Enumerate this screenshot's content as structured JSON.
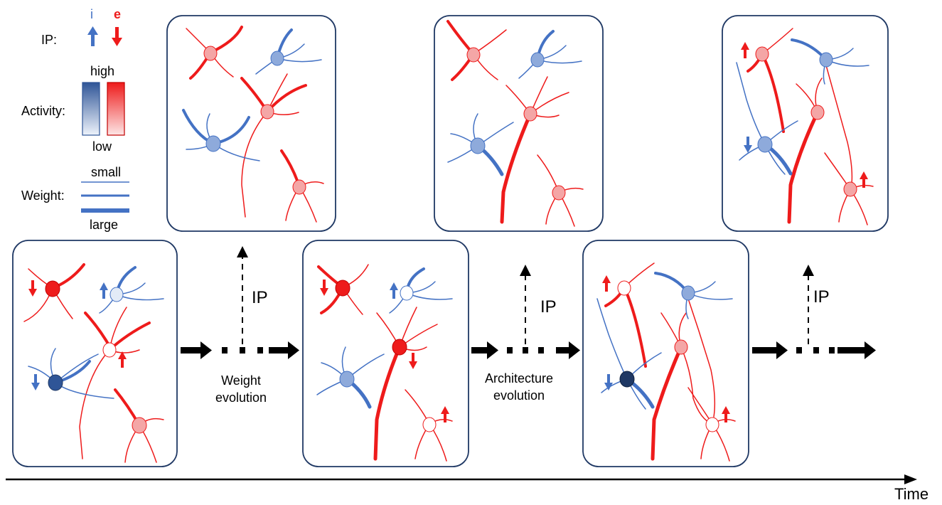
{
  "legend": {
    "ip_label": "IP:",
    "ip_i": "i",
    "ip_e": "e",
    "activity_label": "Activity:",
    "activity_high": "high",
    "activity_low": "low",
    "weight_label": "Weight:",
    "weight_small": "small",
    "weight_large": "large"
  },
  "steps": {
    "ip_1": "IP",
    "ip_2": "IP",
    "ip_3": "IP",
    "weight_evolution_line1": "Weight",
    "weight_evolution_line2": "evolution",
    "architecture_evolution_line1": "Architecture",
    "architecture_evolution_line2": "evolution"
  },
  "axis": {
    "time_label": "Time"
  },
  "colors": {
    "excitatory": "#ee1b1b",
    "inhibitory": "#4472c4",
    "panel_border": "#1f3864",
    "axis": "#000000"
  }
}
